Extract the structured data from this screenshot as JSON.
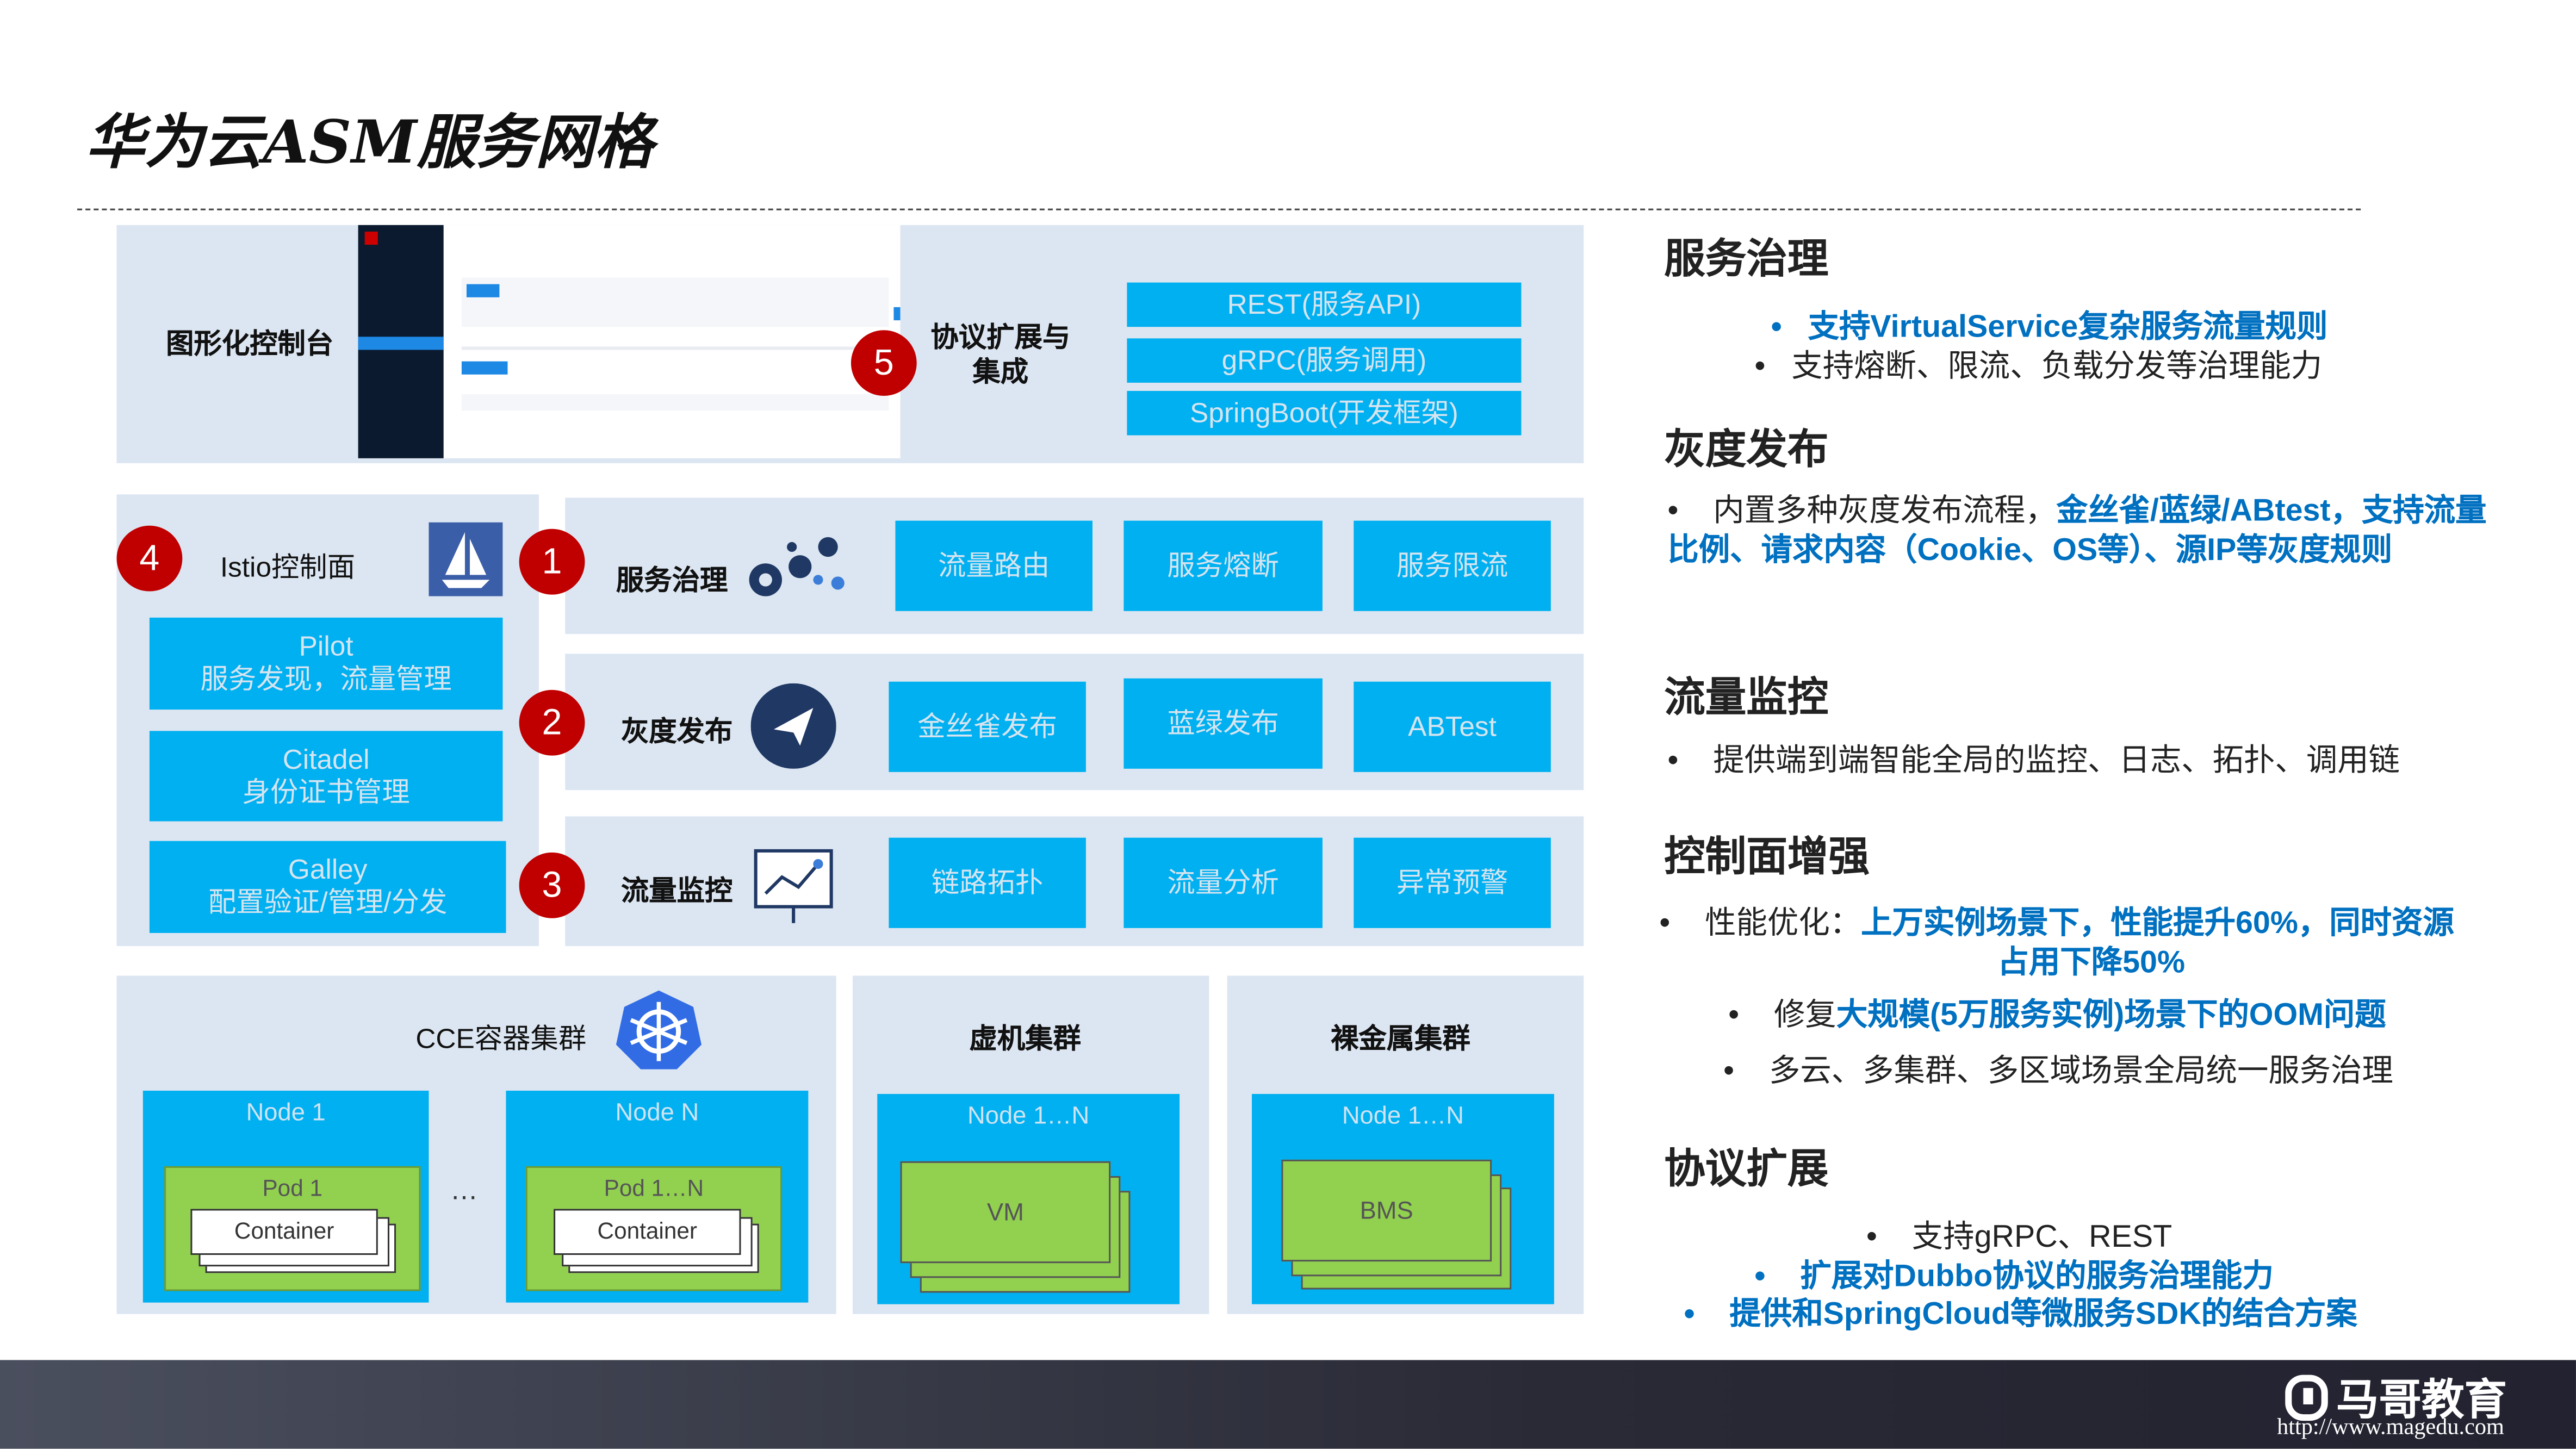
{
  "title": "华为云ASM服务网格",
  "console": {
    "label": "图形化控制台",
    "badge": "5",
    "protocol_label": "协议扩展与集成",
    "protocols": [
      "REST(服务API)",
      "gRPC(服务调用)",
      "SpringBoot(开发框架)"
    ]
  },
  "istio": {
    "badge": "4",
    "label": "Istio控制面",
    "components": [
      {
        "name": "Pilot",
        "desc": "服务发现，流量管理"
      },
      {
        "name": "Citadel",
        "desc": "身份证书管理"
      },
      {
        "name": "Galley",
        "desc": "配置验证/管理/分发"
      }
    ]
  },
  "rows": [
    {
      "badge": "1",
      "label": "服务治理",
      "items": [
        "流量路由",
        "服务熔断",
        "服务限流"
      ]
    },
    {
      "badge": "2",
      "label": "灰度发布",
      "items": [
        "金丝雀发布",
        "蓝绿发布",
        "ABTest"
      ]
    },
    {
      "badge": "3",
      "label": "流量监控",
      "items": [
        "链路拓扑",
        "流量分析",
        "异常预警"
      ]
    }
  ],
  "clusters": {
    "cce": {
      "label": "CCE容器集群",
      "node1": "Node 1",
      "nodeN": "Node N",
      "pod1": "Pod 1",
      "podN": "Pod 1…N",
      "container": "Container",
      "ellipsis": "…"
    },
    "vm": {
      "label": "虚机集群",
      "node": "Node 1…N",
      "inner": "VM"
    },
    "bms": {
      "label": "裸金属集群",
      "node": "Node 1…N",
      "inner": "BMS"
    }
  },
  "right": {
    "s1": {
      "h": "服务治理",
      "b1": "支持VirtualService复杂服务流量规则",
      "b2": "支持熔断、限流、负载分发等治理能力"
    },
    "s2": {
      "h": "灰度发布",
      "p1": "内置多种灰度发布流程，",
      "p2": "金丝雀/蓝绿/ABtest，支持流量比例、请求内容（Cookie、OS等）、源IP等灰度规则"
    },
    "s3": {
      "h": "流量监控",
      "b1": "提供端到端智能全局的监控、日志、拓扑、调用链"
    },
    "s4": {
      "h": "控制面增强",
      "b1a": "性能优化：",
      "b1b": "上万实例场景下，性能提升60%，同时资源",
      "b1c": "占用下降50%",
      "b2a": "修复",
      "b2b": "大规模(5万服务实例)场景下的OOM问题",
      "b3": "多云、多集群、多区域场景全局统一服务治理"
    },
    "s5": {
      "h": "协议扩展",
      "b1": "支持gRPC、REST",
      "b2": "扩展对Dubbo协议的服务治理能力",
      "b3": "提供和SpringCloud等微服务SDK的结合方案"
    }
  },
  "footer": {
    "brand": "马哥教育",
    "url": "http://www.magedu.com"
  }
}
